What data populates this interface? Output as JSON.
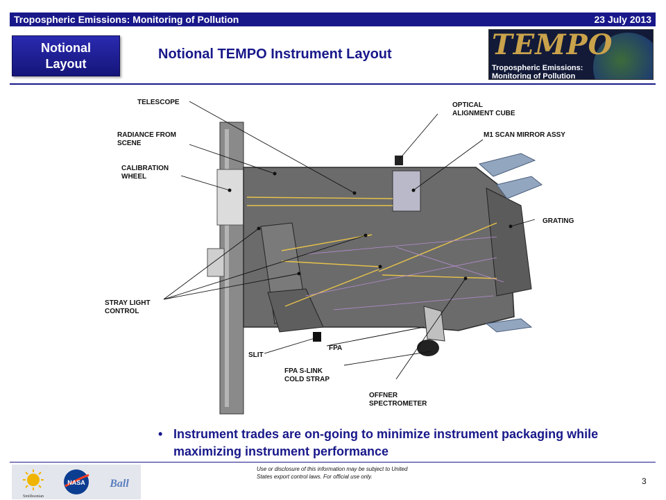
{
  "header": {
    "left_title": "Tropospheric Emissions: Monitoring of Pollution",
    "date": "23 July 2013"
  },
  "section_badge": {
    "line1": "Notional",
    "line2": "Layout"
  },
  "slide_title": "Notional TEMPO Instrument Layout",
  "logo": {
    "word": "TEMPO",
    "sub_line1": "Tropospheric Emissions:",
    "sub_line2": "Monitoring of Pollution"
  },
  "diagram": {
    "callouts": {
      "telescope": "TELESCOPE",
      "radiance": "RADIANCE FROM\nSCENE",
      "calibration": "CALIBRATION\nWHEEL",
      "stray_light": "STRAY LIGHT\nCONTROL",
      "optical_cube": "OPTICAL\nALIGNMENT CUBE",
      "scan_mirror": "M1 SCAN MIRROR ASSY",
      "grating": "GRATING",
      "slit": "SLIT",
      "fpa": "FPA",
      "cold_strap": "FPA S-LINK\nCOLD STRAP",
      "offner": "OFFNER\nSPECTROMETER"
    }
  },
  "bullet": "Instrument trades are on-going to minimize instrument packaging while maximizing instrument performance",
  "footer": {
    "disclaimer": "Use or disclosure of this information may be subject to United States export control laws. For official use only.",
    "page_number": "3",
    "logo_nasa": "NASA",
    "logo_ball": "Ball",
    "logo_smithsonian": "Smithsonian"
  },
  "colors": {
    "brand_navy": "#18188a",
    "beam_yellow": "#e8c34a",
    "beam_violet": "#b98fd6",
    "housing_gray": "#6b6b6b"
  }
}
